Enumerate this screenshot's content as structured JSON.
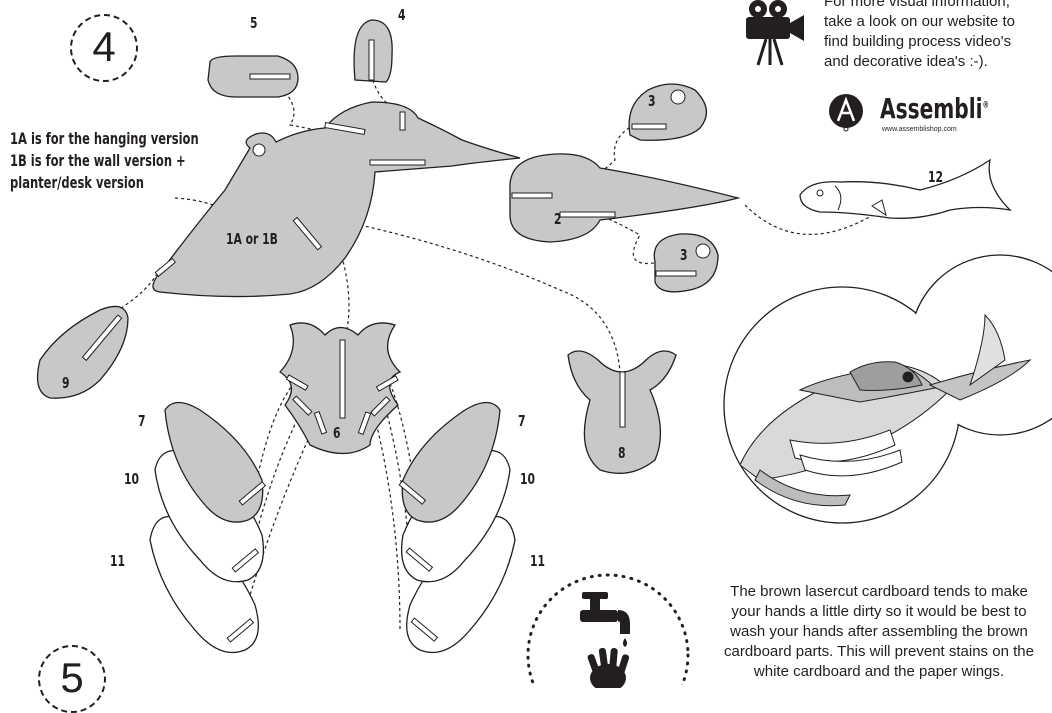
{
  "step_numbers": {
    "top": "4",
    "bottom": "5"
  },
  "labels": {
    "p5": "5",
    "p4": "4",
    "p3a": "3",
    "p3b": "3",
    "p2": "2",
    "p12": "12",
    "p1": "1A or 1B",
    "p9": "9",
    "p6": "6",
    "p8": "8",
    "p7l": "7",
    "p10l": "10",
    "p11l": "11",
    "p7r": "7",
    "p10r": "10",
    "p11r": "11"
  },
  "note": {
    "line1": "1A is for the hanging version",
    "line2": "1B is for the wall version +",
    "line3": "planter/desk version"
  },
  "info": {
    "line1": "For more visual information,",
    "line2": "take a look on our website to",
    "line3": "find building process video's",
    "line4": "and decorative idea's :-)."
  },
  "brand": {
    "name": "Assembli",
    "mark": "®",
    "url": "www.assemblishop.com"
  },
  "cleaning": {
    "line1": "The brown lasercut cardboard tends to make",
    "line2": "your hands a little dirty so it would be best to",
    "line3": "wash your hands after assembling the brown",
    "line4": "cardboard parts. This will prevent stains on the",
    "line5": "white cardboard and the paper wings."
  },
  "colors": {
    "part_fill": "#c8c8c8",
    "part_stroke": "#231f20",
    "paper_fill": "#ffffff",
    "background": "#ffffff"
  },
  "icons": [
    "video-camera-icon",
    "assembli-logo-icon",
    "water-tap-icon",
    "hand-print-icon"
  ]
}
